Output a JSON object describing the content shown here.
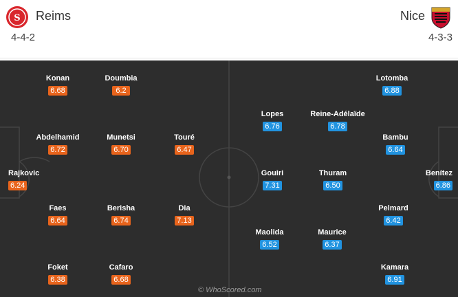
{
  "home": {
    "name": "Reims",
    "formation": "4-4-2",
    "crest_color": "#d9262c",
    "rating_color": "#e8641c",
    "players": [
      {
        "name": "Rajkovic",
        "rating": "6.24"
      },
      {
        "name": "Konan",
        "rating": "6.68"
      },
      {
        "name": "Abdelhamid",
        "rating": "6.72"
      },
      {
        "name": "Faes",
        "rating": "6.64"
      },
      {
        "name": "Foket",
        "rating": "6.38"
      },
      {
        "name": "Doumbia",
        "rating": "6.2"
      },
      {
        "name": "Munetsi",
        "rating": "6.70"
      },
      {
        "name": "Berisha",
        "rating": "6.74"
      },
      {
        "name": "Cafaro",
        "rating": "6.68"
      },
      {
        "name": "Touré",
        "rating": "6.47"
      },
      {
        "name": "Dia",
        "rating": "7.13"
      }
    ]
  },
  "away": {
    "name": "Nice",
    "formation": "4-3-3",
    "crest_color": "#c8102e",
    "rating_color": "#2193e0",
    "players": [
      {
        "name": "Benítez",
        "rating": "6.86"
      },
      {
        "name": "Lotomba",
        "rating": "6.88"
      },
      {
        "name": "Bambu",
        "rating": "6.64"
      },
      {
        "name": "Pelmard",
        "rating": "6.42"
      },
      {
        "name": "Kamara",
        "rating": "6.91"
      },
      {
        "name": "Lopes",
        "rating": "6.76"
      },
      {
        "name": "Reine-Adélaïde",
        "rating": "6.78"
      },
      {
        "name": "Gouiri",
        "rating": "7.31"
      },
      {
        "name": "Thuram",
        "rating": "6.50"
      },
      {
        "name": "Maolida",
        "rating": "6.52"
      },
      {
        "name": "Maurice",
        "rating": "6.37"
      }
    ]
  },
  "pitch_color": "#2d2d2d",
  "watermark": "© WhoScored.com"
}
